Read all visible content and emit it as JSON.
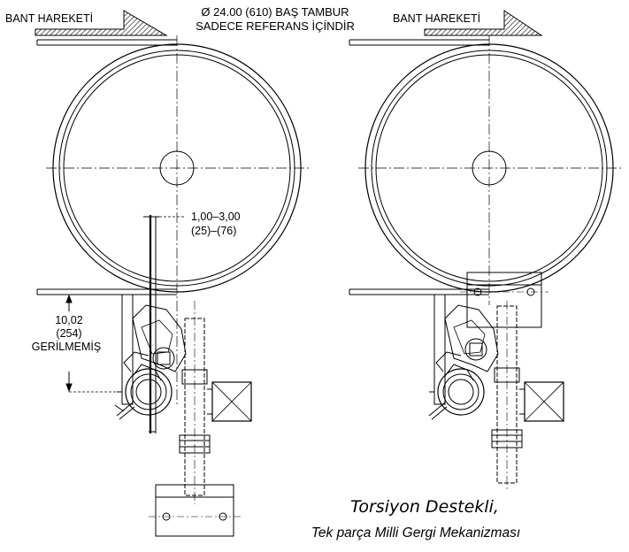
{
  "diagram": {
    "left_belt_direction_label": "BANT HAREKETİ",
    "right_belt_direction_label": "BANT HAREKETİ",
    "head_pulley_line1": "Ø 24.00 (610) BAŞ TAMBUR",
    "head_pulley_line2": "SADECE REFERANS İÇİNDİR",
    "gap_dimension_line1": "1,00–3,00",
    "gap_dimension_line2": "(25)–(76)",
    "height_dimension_line1": "10,02",
    "height_dimension_line2": "(254)",
    "height_dimension_line3": "GERİLMEMİŞ",
    "caption_line1": "Torsiyon Destekli,",
    "caption_line2": "Tek parça Milli Gergi Mekanizması"
  },
  "colors": {
    "line": "#000000",
    "background": "#ffffff",
    "arrow_fill": "#404040"
  }
}
